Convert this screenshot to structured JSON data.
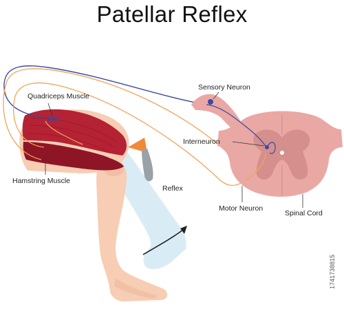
{
  "title": "Patellar Reflex",
  "labels": {
    "quadriceps": "Quadriceps Muscle",
    "hamstring": "Hamstring Muscle",
    "sensory": "Sensory Neuron",
    "interneuron": "Interneuron",
    "reflex": "Reflex",
    "motor": "Motor Neuron",
    "spinal": "Spinal Cord"
  },
  "stock_id": "1741738815",
  "colors": {
    "skin": "#f7cdb4",
    "skin_shade": "#ecb596",
    "ghost_leg": "#d9ecf6",
    "muscle": "#b52234",
    "muscle_dark": "#8e1526",
    "cord": "#eaa8a4",
    "cord_dark": "#d58f8d",
    "sensory_nerve": "#3a4aa0",
    "motor_nerve": "#f0a35a",
    "hammer": "#f08a3a",
    "hammer_handle": "#9aa2a8"
  }
}
